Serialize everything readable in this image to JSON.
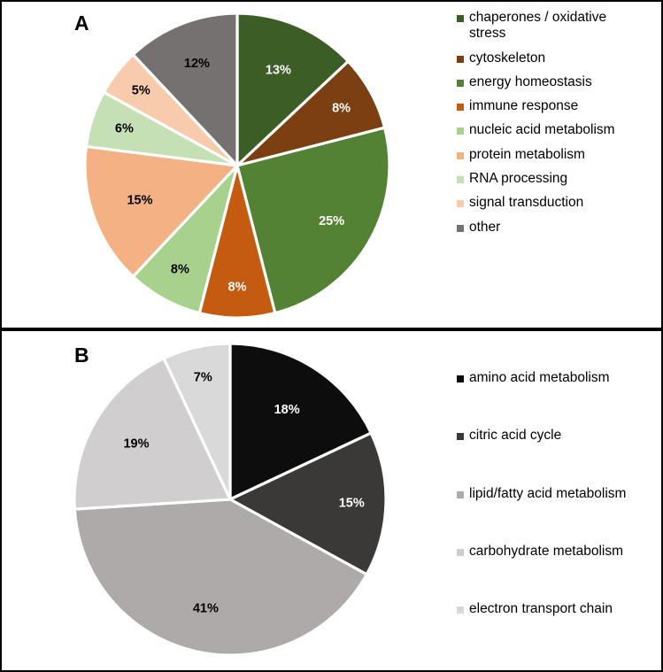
{
  "figure": {
    "panels": [
      {
        "id": "A",
        "letter": "A",
        "chart_data": {
          "type": "pie",
          "title": "A",
          "start_angle_deg": 0,
          "direction": "clockwise",
          "slice_separator_color": "#ffffff",
          "categories": [
            "chaperones / oxidative stress",
            "cytoskeleton",
            "energy homeostasis",
            "immune response",
            "nucleic acid metabolism",
            "protein metabolism",
            "RNA processing",
            "signal transduction",
            "other"
          ],
          "values": [
            13,
            8,
            25,
            8,
            8,
            15,
            6,
            5,
            12
          ],
          "labels": [
            "13%",
            "8%",
            "25%",
            "8%",
            "8%",
            "15%",
            "6%",
            "5%",
            "12%"
          ],
          "label_colors": [
            "#ffffff",
            "#ffffff",
            "#ffffff",
            "#ffffff",
            "#000000",
            "#000000",
            "#000000",
            "#000000",
            "#000000"
          ],
          "colors": [
            "#3c5d25",
            "#7b3f12",
            "#548235",
            "#c55a11",
            "#a9d18e",
            "#f4b183",
            "#c5e0b4",
            "#f8cbad",
            "#757171"
          ],
          "legend_position": "right",
          "ylabel": "",
          "xlabel": ""
        },
        "legend": [
          {
            "label": "chaperones / oxidative stress",
            "color": "#3c5d25"
          },
          {
            "label": "cytoskeleton",
            "color": "#7b3f12"
          },
          {
            "label": "energy homeostasis",
            "color": "#548235"
          },
          {
            "label": "immune response",
            "color": "#c55a11"
          },
          {
            "label": "nucleic acid metabolism",
            "color": "#a9d18e"
          },
          {
            "label": "protein metabolism",
            "color": "#f4b183"
          },
          {
            "label": "RNA processing",
            "color": "#c5e0b4"
          },
          {
            "label": "signal transduction",
            "color": "#f8cbad"
          },
          {
            "label": "other",
            "color": "#757171"
          }
        ]
      },
      {
        "id": "B",
        "letter": "B",
        "chart_data": {
          "type": "pie",
          "title": "B",
          "start_angle_deg": 0,
          "direction": "clockwise",
          "slice_separator_color": "#ffffff",
          "categories": [
            "amino acid metabolism",
            "citric acid cycle",
            "lipid/fatty acid metabolism",
            "carbohydrate metabolism",
            "electron transport chain"
          ],
          "values": [
            18,
            15,
            41,
            19,
            7
          ],
          "labels": [
            "18%",
            "15%",
            "41%",
            "19%",
            "7%"
          ],
          "label_colors": [
            "#ffffff",
            "#ffffff",
            "#000000",
            "#000000",
            "#000000"
          ],
          "colors": [
            "#0d0d0d",
            "#3b3838",
            "#aeaaaa",
            "#d0cece",
            "#d9d9d9"
          ],
          "legend_position": "right",
          "ylabel": "",
          "xlabel": ""
        },
        "legend": [
          {
            "label": "amino acid metabolism",
            "color": "#0d0d0d"
          },
          {
            "label": "citric acid cycle",
            "color": "#3b3838"
          },
          {
            "label": "lipid/fatty acid metabolism",
            "color": "#aeaaaa"
          },
          {
            "label": "carbohydrate metabolism",
            "color": "#d0cece"
          },
          {
            "label": "electron transport chain",
            "color": "#d9d9d9"
          }
        ]
      }
    ]
  }
}
